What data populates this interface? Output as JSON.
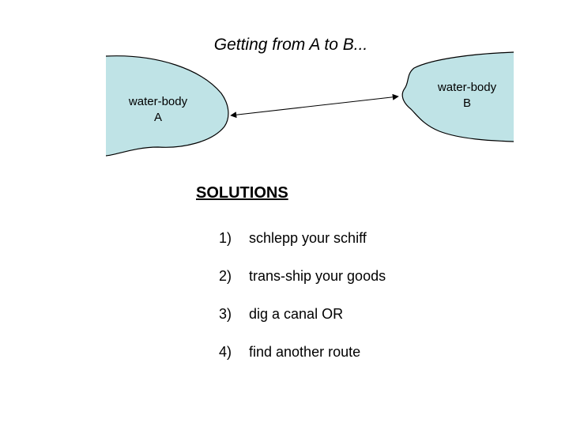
{
  "title": "Getting from A to B...",
  "water_body_a": {
    "line1": "water-body",
    "line2": "A"
  },
  "water_body_b": {
    "line1": "water-body",
    "line2": "B"
  },
  "colors": {
    "water_fill": "#bfe3e6",
    "outline": "#000000"
  },
  "solutions": {
    "heading": "SOLUTIONS",
    "items": [
      {
        "number": "1)",
        "text": "schlepp your schiff"
      },
      {
        "number": "2)",
        "text": "trans-ship your goods"
      },
      {
        "number": "3)",
        "text": "dig a canal OR"
      },
      {
        "number": "4)",
        "text": "find another route"
      }
    ]
  }
}
